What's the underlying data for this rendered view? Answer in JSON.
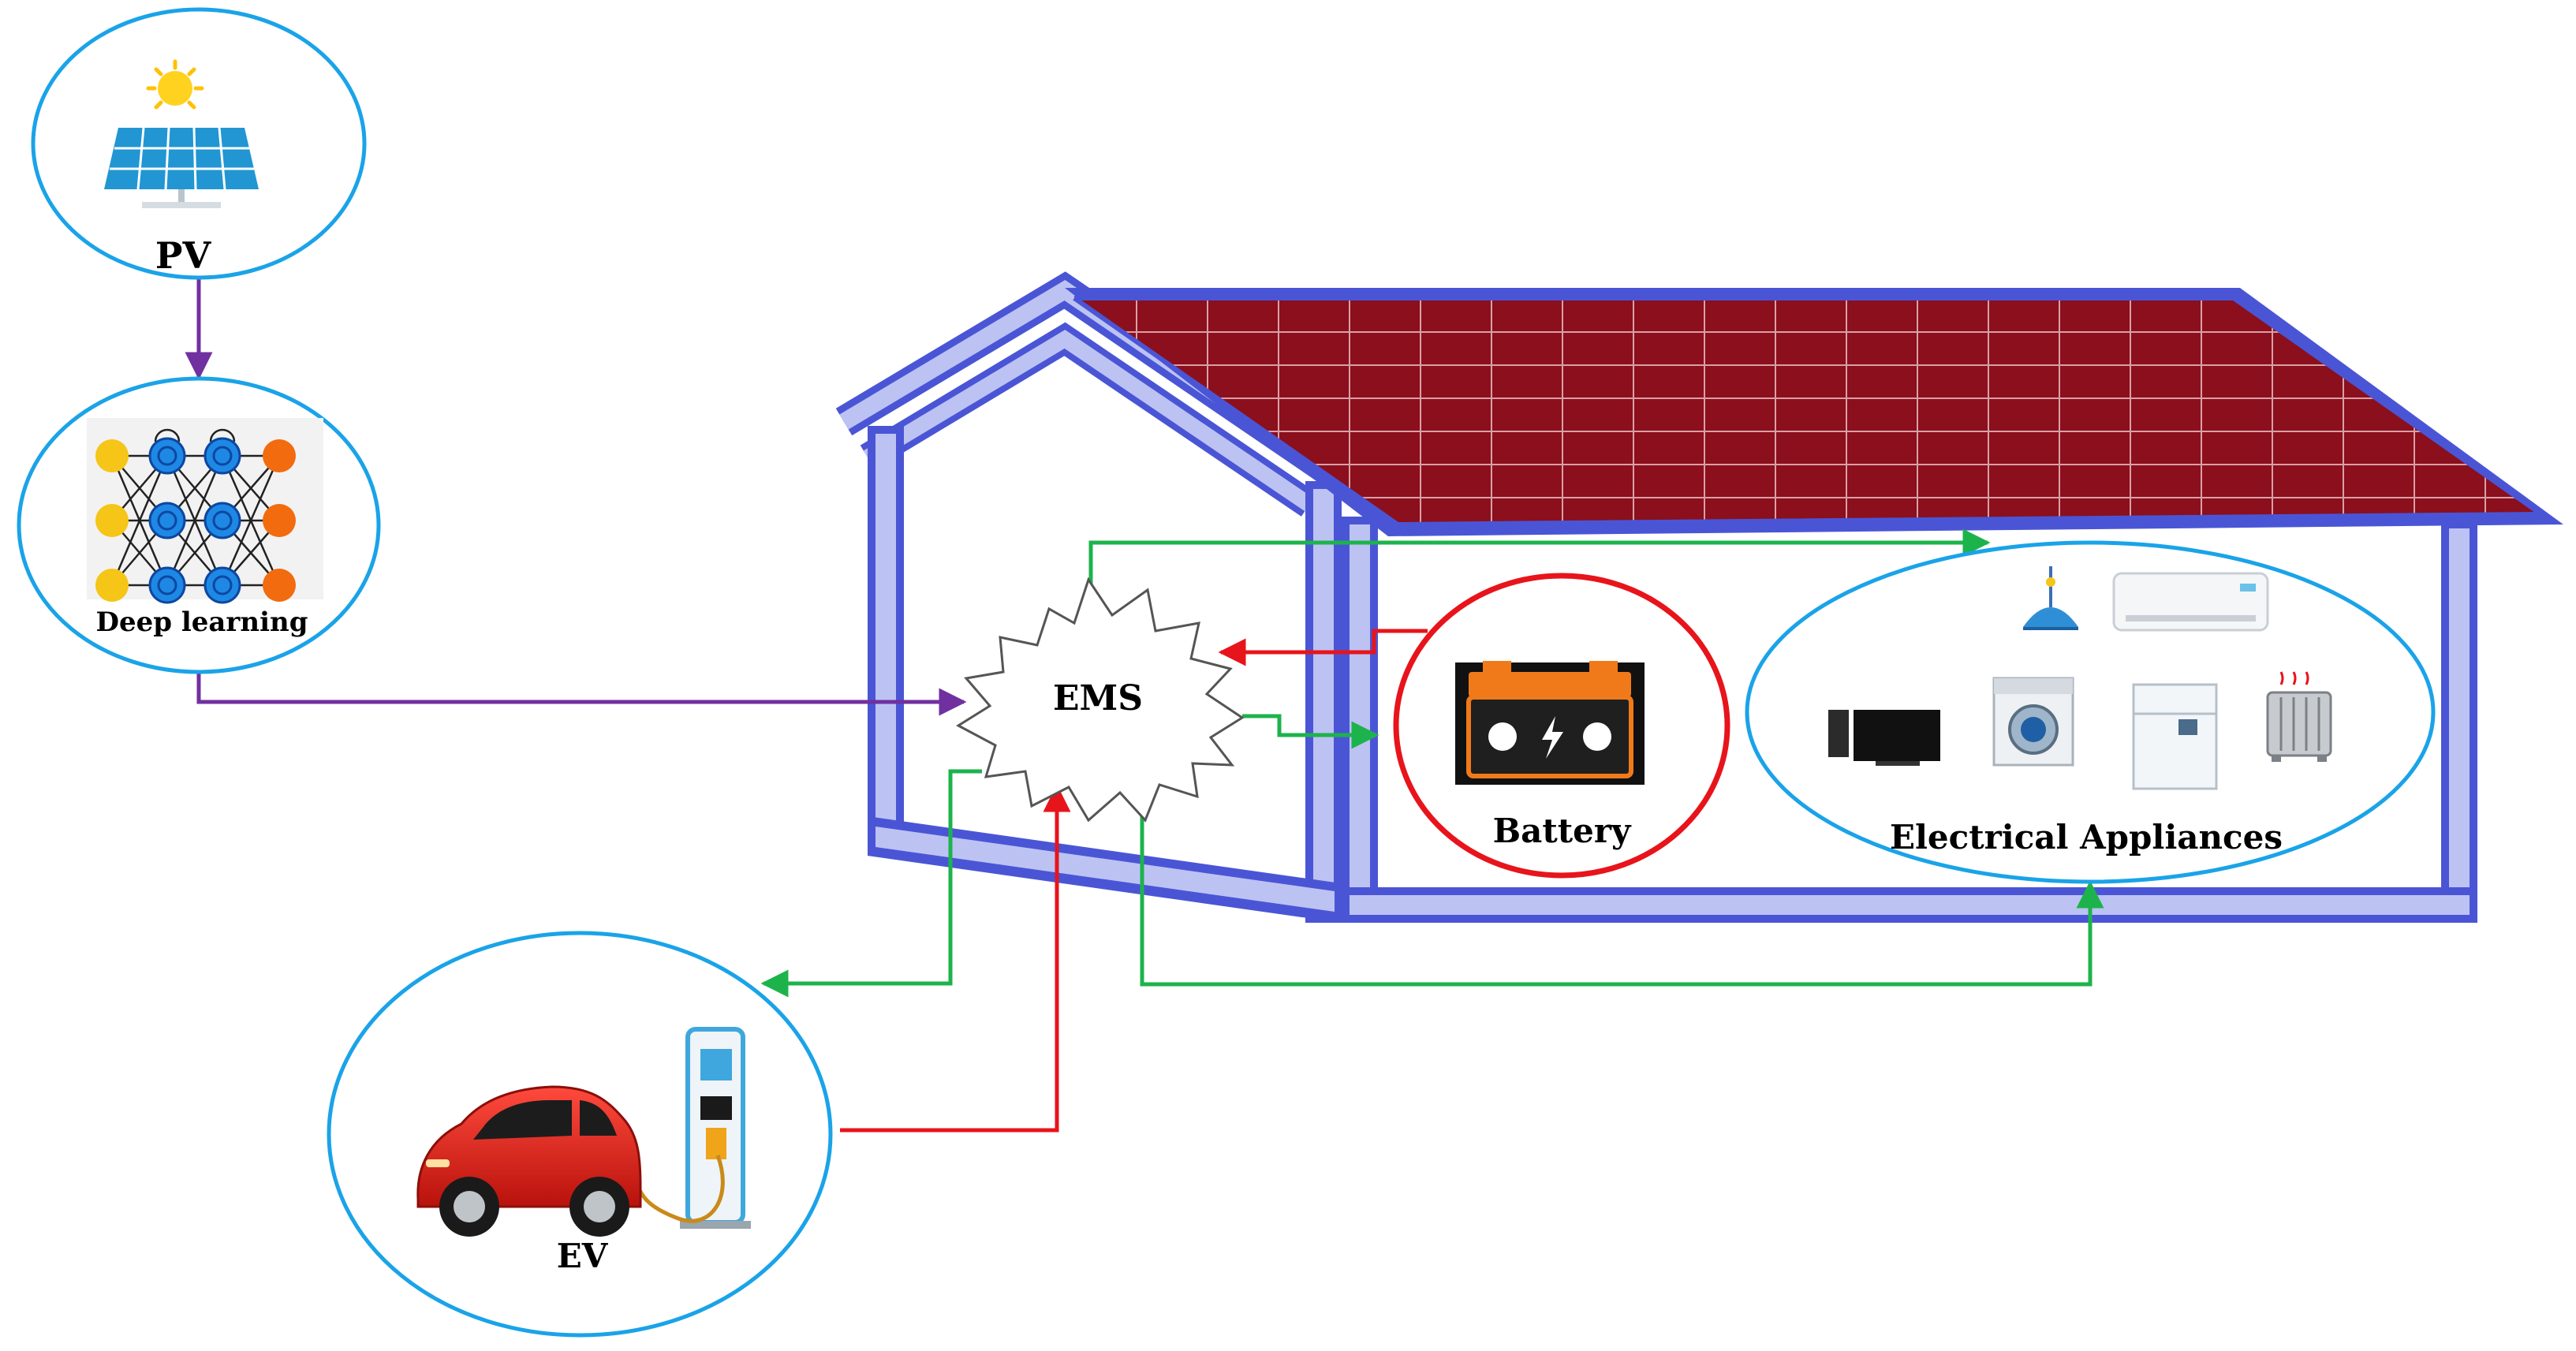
{
  "nodes": {
    "pv": {
      "label": "PV",
      "ring_color": "#1aa3e8"
    },
    "deep_learning": {
      "label": "Deep learning",
      "ring_color": "#1aa3e8"
    },
    "ems": {
      "label": "EMS"
    },
    "battery": {
      "label": "Battery",
      "ring_color": "#e8141b"
    },
    "appliances": {
      "label": "Electrical Appliances",
      "ring_color": "#1aa3e8"
    },
    "ev": {
      "label": "EV",
      "ring_color": "#1aa3e8"
    }
  },
  "connections": [
    {
      "from": "pv",
      "to": "deep_learning",
      "color": "#7030a0"
    },
    {
      "from": "deep_learning",
      "to": "ems",
      "color": "#7030a0"
    },
    {
      "from": "ems",
      "to": "appliances",
      "color": "#1db34c",
      "route": "over-top"
    },
    {
      "from": "ems",
      "to": "battery",
      "color": "#1db34c"
    },
    {
      "from": "battery",
      "to": "ems",
      "color": "#e8141b"
    },
    {
      "from": "ems",
      "to": "ev",
      "color": "#1db34c"
    },
    {
      "from": "ev",
      "to": "ems",
      "color": "#e8141b"
    },
    {
      "from": "ems",
      "to": "appliances",
      "color": "#1db34c",
      "route": "bottom"
    }
  ],
  "colors": {
    "house_frame": "#4a55d6",
    "house_frame_light": "#bcc3f3",
    "roof_panel": "#8b0f1d",
    "roof_grid": "#d9a0a6"
  },
  "icons": {
    "pv": "solar-panel-icon",
    "deep_learning": "neural-network-icon",
    "battery": "battery-icon",
    "ev": "electric-car-icon",
    "charger": "charging-station-icon",
    "appliances": [
      "ceiling-lamp-icon",
      "air-conditioner-icon",
      "television-icon",
      "washing-machine-icon",
      "refrigerator-icon",
      "heater-icon"
    ]
  }
}
